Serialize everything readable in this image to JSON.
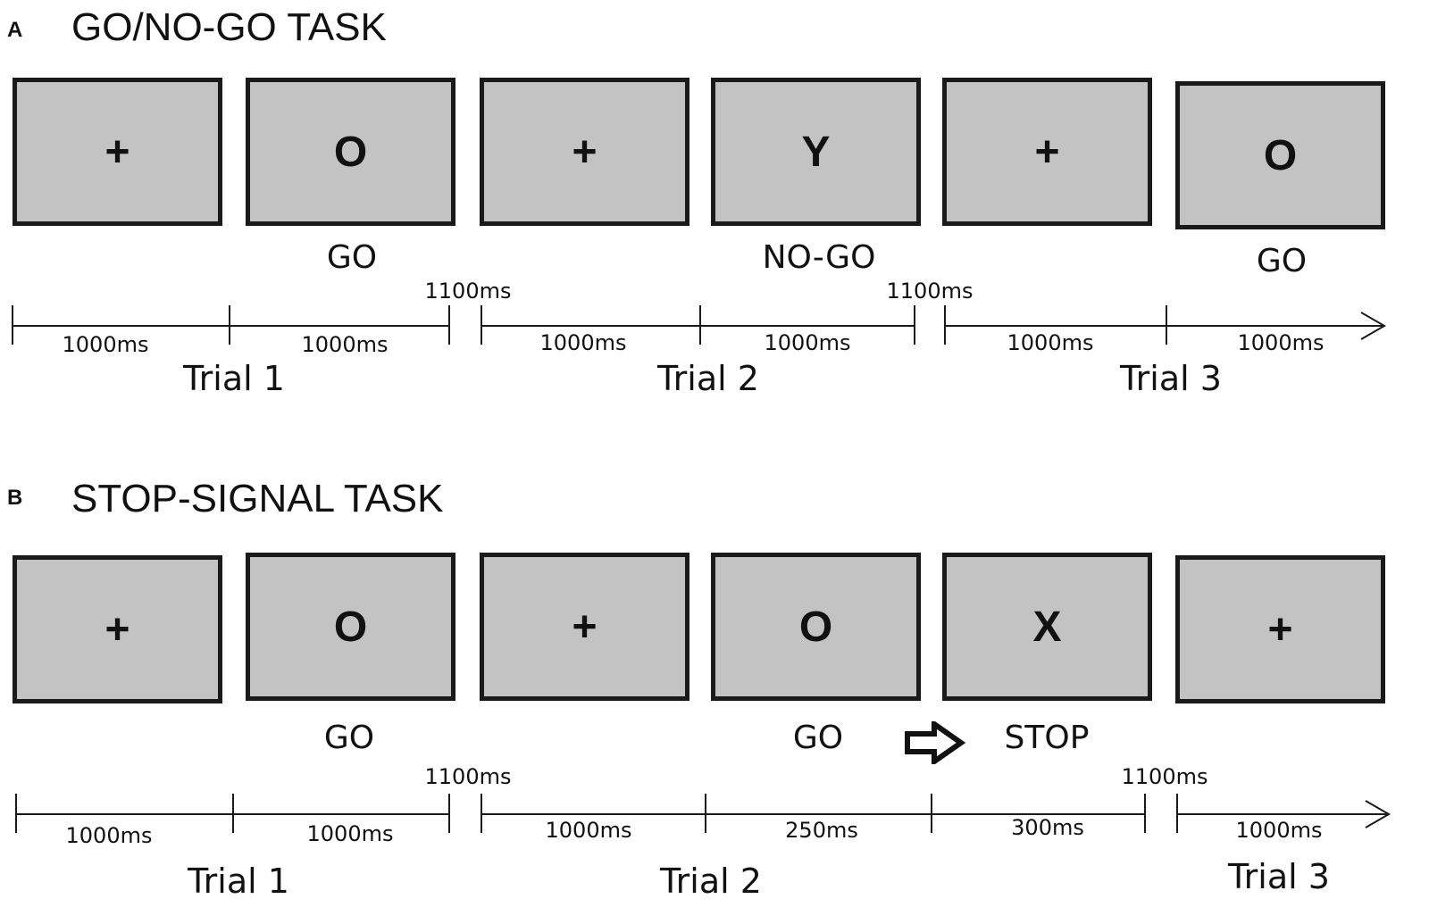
{
  "panel_a": {
    "letter": "A",
    "title": "GO/NO-GO TASK",
    "screens": [
      "+",
      "O",
      "+",
      "Y",
      "+",
      "O"
    ],
    "labels": [
      "GO",
      "NO-GO",
      "GO"
    ],
    "durations": [
      "1000ms",
      "1000ms",
      "1000ms",
      "1000ms",
      "1000ms",
      "1000ms"
    ],
    "gaps": [
      "1100ms",
      "1100ms"
    ],
    "trials": [
      "Trial 1",
      "Trial 2",
      "Trial 3"
    ]
  },
  "panel_b": {
    "letter": "B",
    "title": "STOP-SIGNAL TASK",
    "screens": [
      "+",
      "O",
      "+",
      "O",
      "X",
      "+"
    ],
    "labels": [
      "GO",
      "GO",
      "STOP"
    ],
    "durations": [
      "1000ms",
      "1000ms",
      "1000ms",
      "250ms",
      "300ms",
      "1000ms"
    ],
    "gaps": [
      "1100ms",
      "1100ms"
    ],
    "trials": [
      "Trial 1",
      "Trial 2",
      "Trial 3"
    ]
  },
  "colors": {
    "screen_fill": "#c3c3c3",
    "border": "#1a1a1a",
    "ink": "#111111"
  },
  "icons": {
    "stop_signal": "right-arrow-outline-icon",
    "timeline_end": "arrowhead-icon"
  }
}
